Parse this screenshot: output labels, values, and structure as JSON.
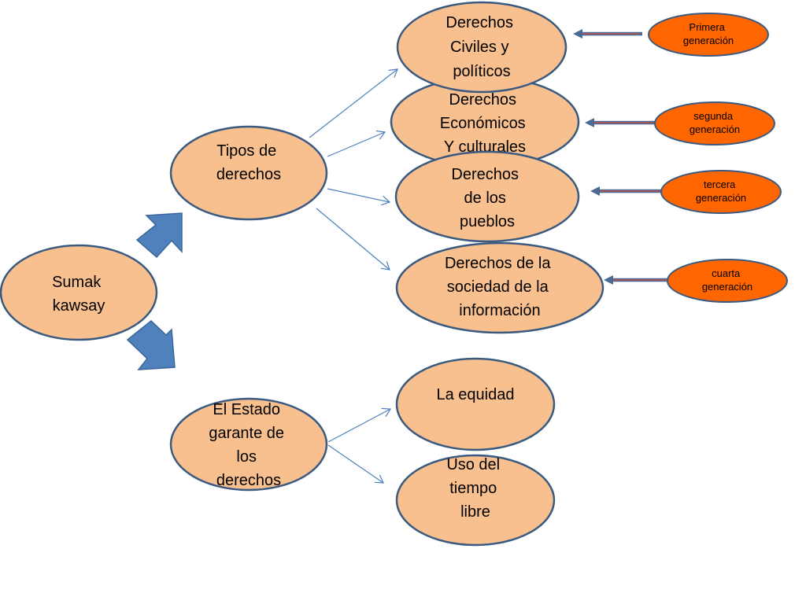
{
  "colors": {
    "node_fill": "#f8c08f",
    "node_stroke": "#3a5a80",
    "generation_fill": "#ff6600",
    "connector": "#4f81bd",
    "block_arrow": "#4f81bd"
  },
  "nodes": {
    "sumak": [
      "Sumak",
      "kawsay"
    ],
    "tipos": [
      "Tipos de",
      "derechos"
    ],
    "estado": [
      "El Estado",
      "garante de",
      "los",
      "derechos"
    ],
    "civiles": [
      "Derechos",
      "Civiles y",
      "políticos"
    ],
    "economicos": [
      "Derechos",
      "Económicos",
      "Y culturales"
    ],
    "pueblos": [
      "Derechos",
      "de los",
      "pueblos"
    ],
    "sociedad": [
      "Derechos de la",
      "sociedad de la",
      "información"
    ],
    "equidad": [
      "La equidad"
    ],
    "tiempo": [
      "Uso del",
      "tiempo",
      "libre"
    ]
  },
  "generations": {
    "primera": [
      "Primera",
      "generación"
    ],
    "segunda": [
      "segunda",
      "generación"
    ],
    "tercera": [
      "tercera",
      "generación"
    ],
    "cuarta": [
      "cuarta",
      "generación"
    ]
  }
}
